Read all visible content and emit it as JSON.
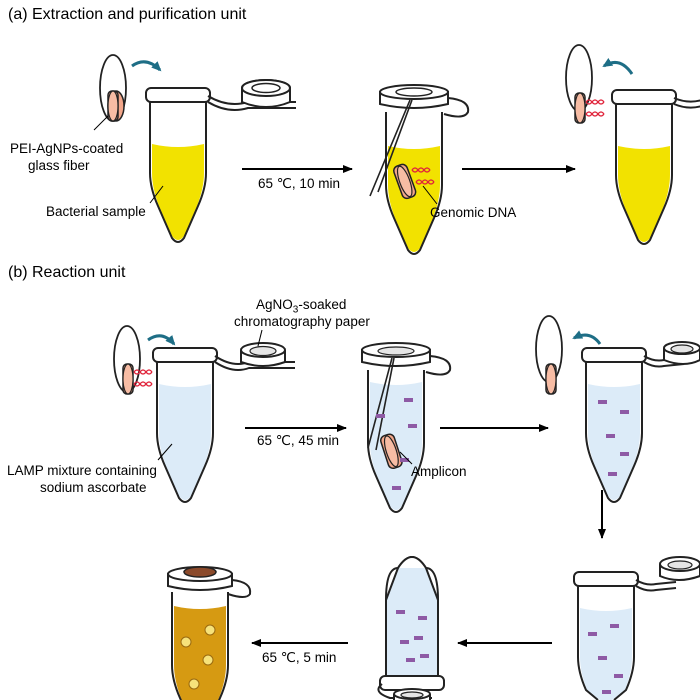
{
  "sections": {
    "a": "(a) Extraction and purification unit",
    "b": "(b) Reaction unit"
  },
  "labels": {
    "fiber_line1": "PEI-AgNPs-coated",
    "fiber_line2": "glass fiber",
    "bacterial_sample": "Bacterial sample",
    "genomic_dna": "Genomic DNA",
    "paper_line1_pre": "AgNO",
    "paper_line1_sub": "3",
    "paper_line1_post": "-soaked",
    "paper_line2": "chromatography paper",
    "lamp_line1": "LAMP mixture containing",
    "lamp_line2": "sodium ascorbate",
    "amplicon": "Amplicon"
  },
  "steps": {
    "a1": "65 ℃, 10 min",
    "b1": "65 ℃, 45 min",
    "b2": "65 ℃, 5 min"
  },
  "colors": {
    "yellow_sample": "#f2e200",
    "blue_lamp": "#dcebf8",
    "gold_product": "#d69a12",
    "fiber": "#f2a68a",
    "dna": "#e0243b",
    "curved_arrow": "#1e6e86",
    "paper_disc": "#8b4a2b"
  }
}
